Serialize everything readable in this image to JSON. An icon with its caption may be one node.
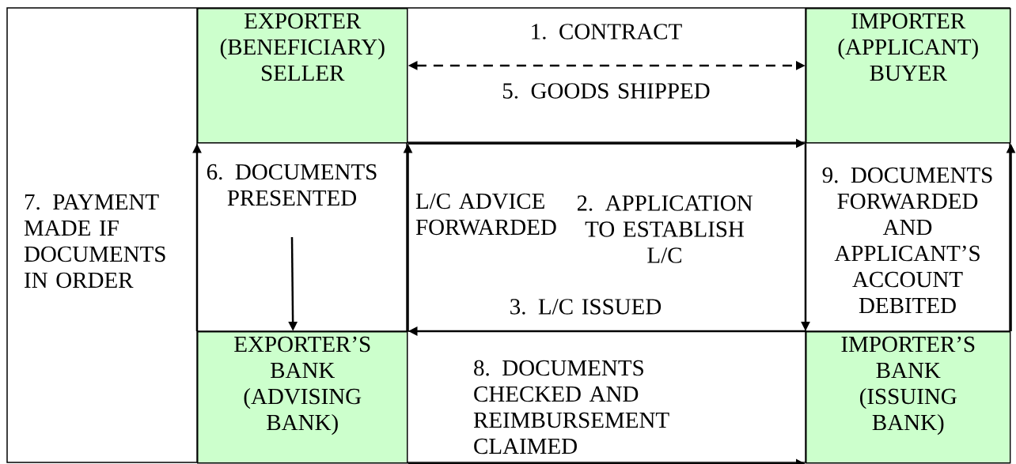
{
  "diagram": {
    "nodes": [
      {
        "text": [
          "EXPORTER (BENEFICIARY) SELLER"
        ]
      },
      {
        "text": [
          "IMPORTER (APPLICANT) BUYER"
        ]
      },
      {
        "text": [
          "EXPORTER’S BANK (ADVISING BANK)"
        ]
      },
      {
        "text": [
          "IMPORTER’S BANK (ISSUING BANK)"
        ]
      }
    ],
    "edges": [
      {
        "from": 0,
        "to": 1,
        "arrow": "both",
        "label": "1. CONTRACT",
        "style": "dashed"
      },
      {
        "from": 0,
        "to": 1,
        "arrow": "to",
        "label": "5. GOODS SHIPPED"
      },
      {
        "from": 1,
        "to": 3,
        "arrow": "to",
        "label": "2. APPLICATION TO ESTABLISH L/C"
      },
      {
        "from": 3,
        "to": 2,
        "arrow": "to",
        "label": "3. L/C ISSUED"
      },
      {
        "from": 2,
        "to": 0,
        "arrow": "to",
        "label": "L/C ADVICE FORWARDED"
      },
      {
        "from": null,
        "to": 2,
        "arrow": "to",
        "label": "6. DOCUMENTS PRESENTED"
      },
      {
        "from": 2,
        "to": 0,
        "arrow": "to",
        "label": "7. PAYMENT MADE IF DOCUMENTS IN ORDER"
      },
      {
        "from": 2,
        "to": 3,
        "arrow": "to",
        "label": "8. DOCUMENTS CHECKED AND REIMBURSEMENT CLAIMED"
      },
      {
        "from": 3,
        "to": 1,
        "arrow": "to",
        "label": "9. DOCUMENTS FORWARDED AND APPLICANT’S ACCOUNT DEBITED"
      }
    ]
  }
}
